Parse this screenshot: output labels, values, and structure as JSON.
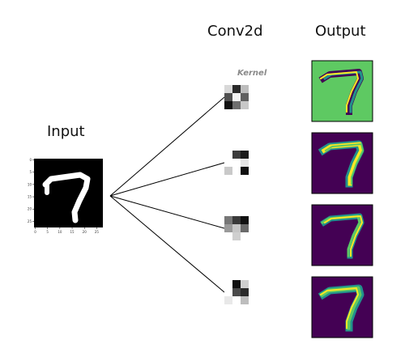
{
  "labels": {
    "input": "Input",
    "conv": "Conv2d",
    "output": "Output",
    "kernel": "Kernel"
  },
  "input_axis_ticks": {
    "x": [
      "0",
      "5",
      "10",
      "15",
      "20",
      "25"
    ],
    "y": [
      "0",
      "5",
      "10",
      "15",
      "20",
      "25"
    ]
  },
  "kernels": [
    [
      [
        "#d8d8d8",
        "#2a2a2a",
        "#bdbdbd"
      ],
      [
        "#505050",
        "#f2f2f2",
        "#606060"
      ],
      [
        "#111111",
        "#6e6e6e",
        "#c8c8c8"
      ]
    ],
    [
      [
        "#ffffff",
        "#3c3c3c",
        "#1c1c1c"
      ],
      [
        "#ffffff",
        "#ffffff",
        "#e6e6e6"
      ],
      [
        "#c9c9c9",
        "#ffffff",
        "#111111"
      ]
    ],
    [
      [
        "#777777",
        "#3a3a3a",
        "#111111"
      ],
      [
        "#9a9a9a",
        "#c6c6c6",
        "#6a6a6a"
      ],
      [
        "#ffffff",
        "#cfcfcf",
        "#ffffff"
      ]
    ],
    [
      [
        "#ffffff",
        "#111111",
        "#cfcfcf"
      ],
      [
        "#ffffff",
        "#4a4a4a",
        "#2a2a2a"
      ],
      [
        "#e8e8e8",
        "#ffffff",
        "#bdbdbd"
      ]
    ]
  ],
  "colors": {
    "viridis_dark": "#440154",
    "viridis_mid": "#21918c",
    "viridis_green": "#5ec962",
    "viridis_yellow": "#fde725",
    "line": "#000000"
  }
}
